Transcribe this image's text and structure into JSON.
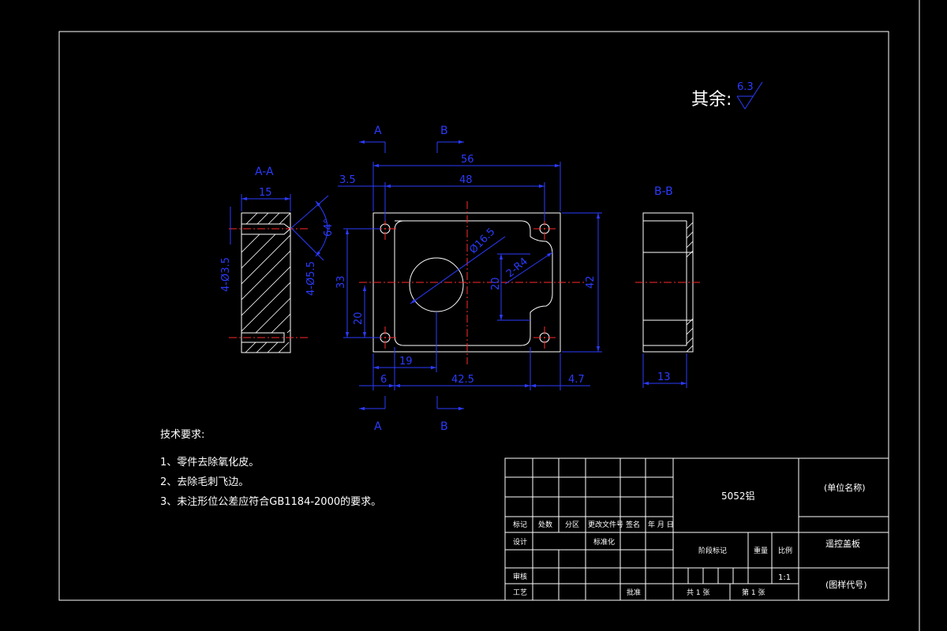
{
  "roughness": {
    "prefix": "其余:",
    "value": "6.3"
  },
  "section_labels": {
    "aa": "A-A",
    "bb": "B-B",
    "a": "A",
    "b": "B"
  },
  "dimensions": {
    "d56": "56",
    "d48": "48",
    "d3_5": "3.5",
    "d15": "15",
    "d33": "33",
    "d20": "20",
    "d42": "42",
    "d19": "19",
    "d6": "6",
    "d42_5": "42.5",
    "d4_7": "4.7",
    "d13": "13",
    "d_hole": "Ø16.5",
    "d_r4": "2-R4",
    "d_20v": "20",
    "d_64": "64°",
    "d_4phi3_5": "4-Ø3.5",
    "d_4phi5_5": "4-Ø5.5"
  },
  "tech_requirements": {
    "title": "技术要求:",
    "items": [
      "1、零件去除氧化皮。",
      "2、去除毛刺飞边。",
      "3、未注形位公差应符合GB1184-2000的要求。"
    ]
  },
  "title_block": {
    "material": "5052铝",
    "unit_name": "(单位名称)",
    "part_name": "遥控盖板",
    "drawing_no": "(图样代号)",
    "mark_label": "标记",
    "count_label": "处数",
    "zone_label": "分区",
    "change_doc_label": "更改文件号",
    "sign_label": "签名",
    "date_label": "年 月 日",
    "design_label": "设计",
    "standard_label": "标准化",
    "stage_label": "阶段标记",
    "weight_label": "重量",
    "scale_label": "比例",
    "scale_value": "1:1",
    "review_label": "审核",
    "process_label": "工艺",
    "approve_label": "批准",
    "sheets_total": "共 1 张",
    "sheet_no": "第 1 张"
  },
  "colors": {
    "background": "#000000",
    "outline": "#ffffff",
    "dimension": "#2b3bff",
    "centerline": "#ff2a2a"
  }
}
